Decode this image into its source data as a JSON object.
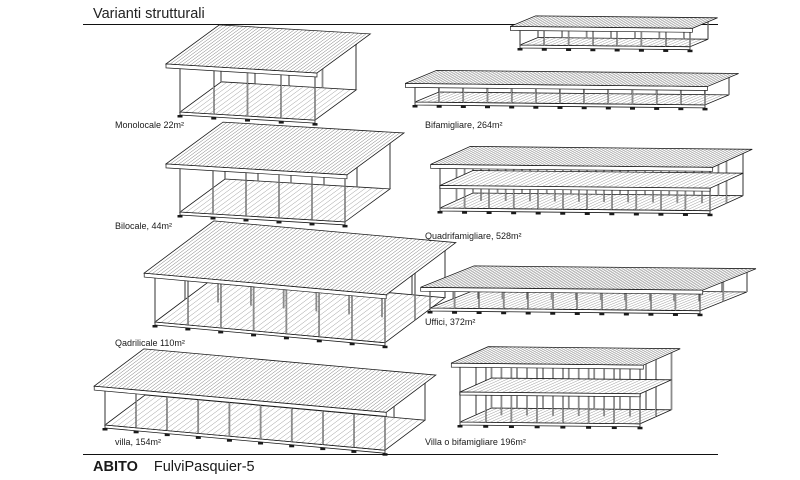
{
  "header": {
    "title": "Varianti strutturali"
  },
  "footer": {
    "brand": "ABITO",
    "author": "FulviPasquier-5"
  },
  "variants": [
    {
      "label": "Monolocale  22m²"
    },
    {
      "label": "Bilocale, 44m²"
    },
    {
      "label": "Qadrilicale 110m²"
    },
    {
      "label": "villa, 154m²"
    },
    {
      "label": "Bifamigliare, 264m²"
    },
    {
      "label": "Quadrifamigliare, 528m²"
    },
    {
      "label": "Uffici, 372m²"
    },
    {
      "label": "Villa o bifamigliare 196m²"
    }
  ]
}
